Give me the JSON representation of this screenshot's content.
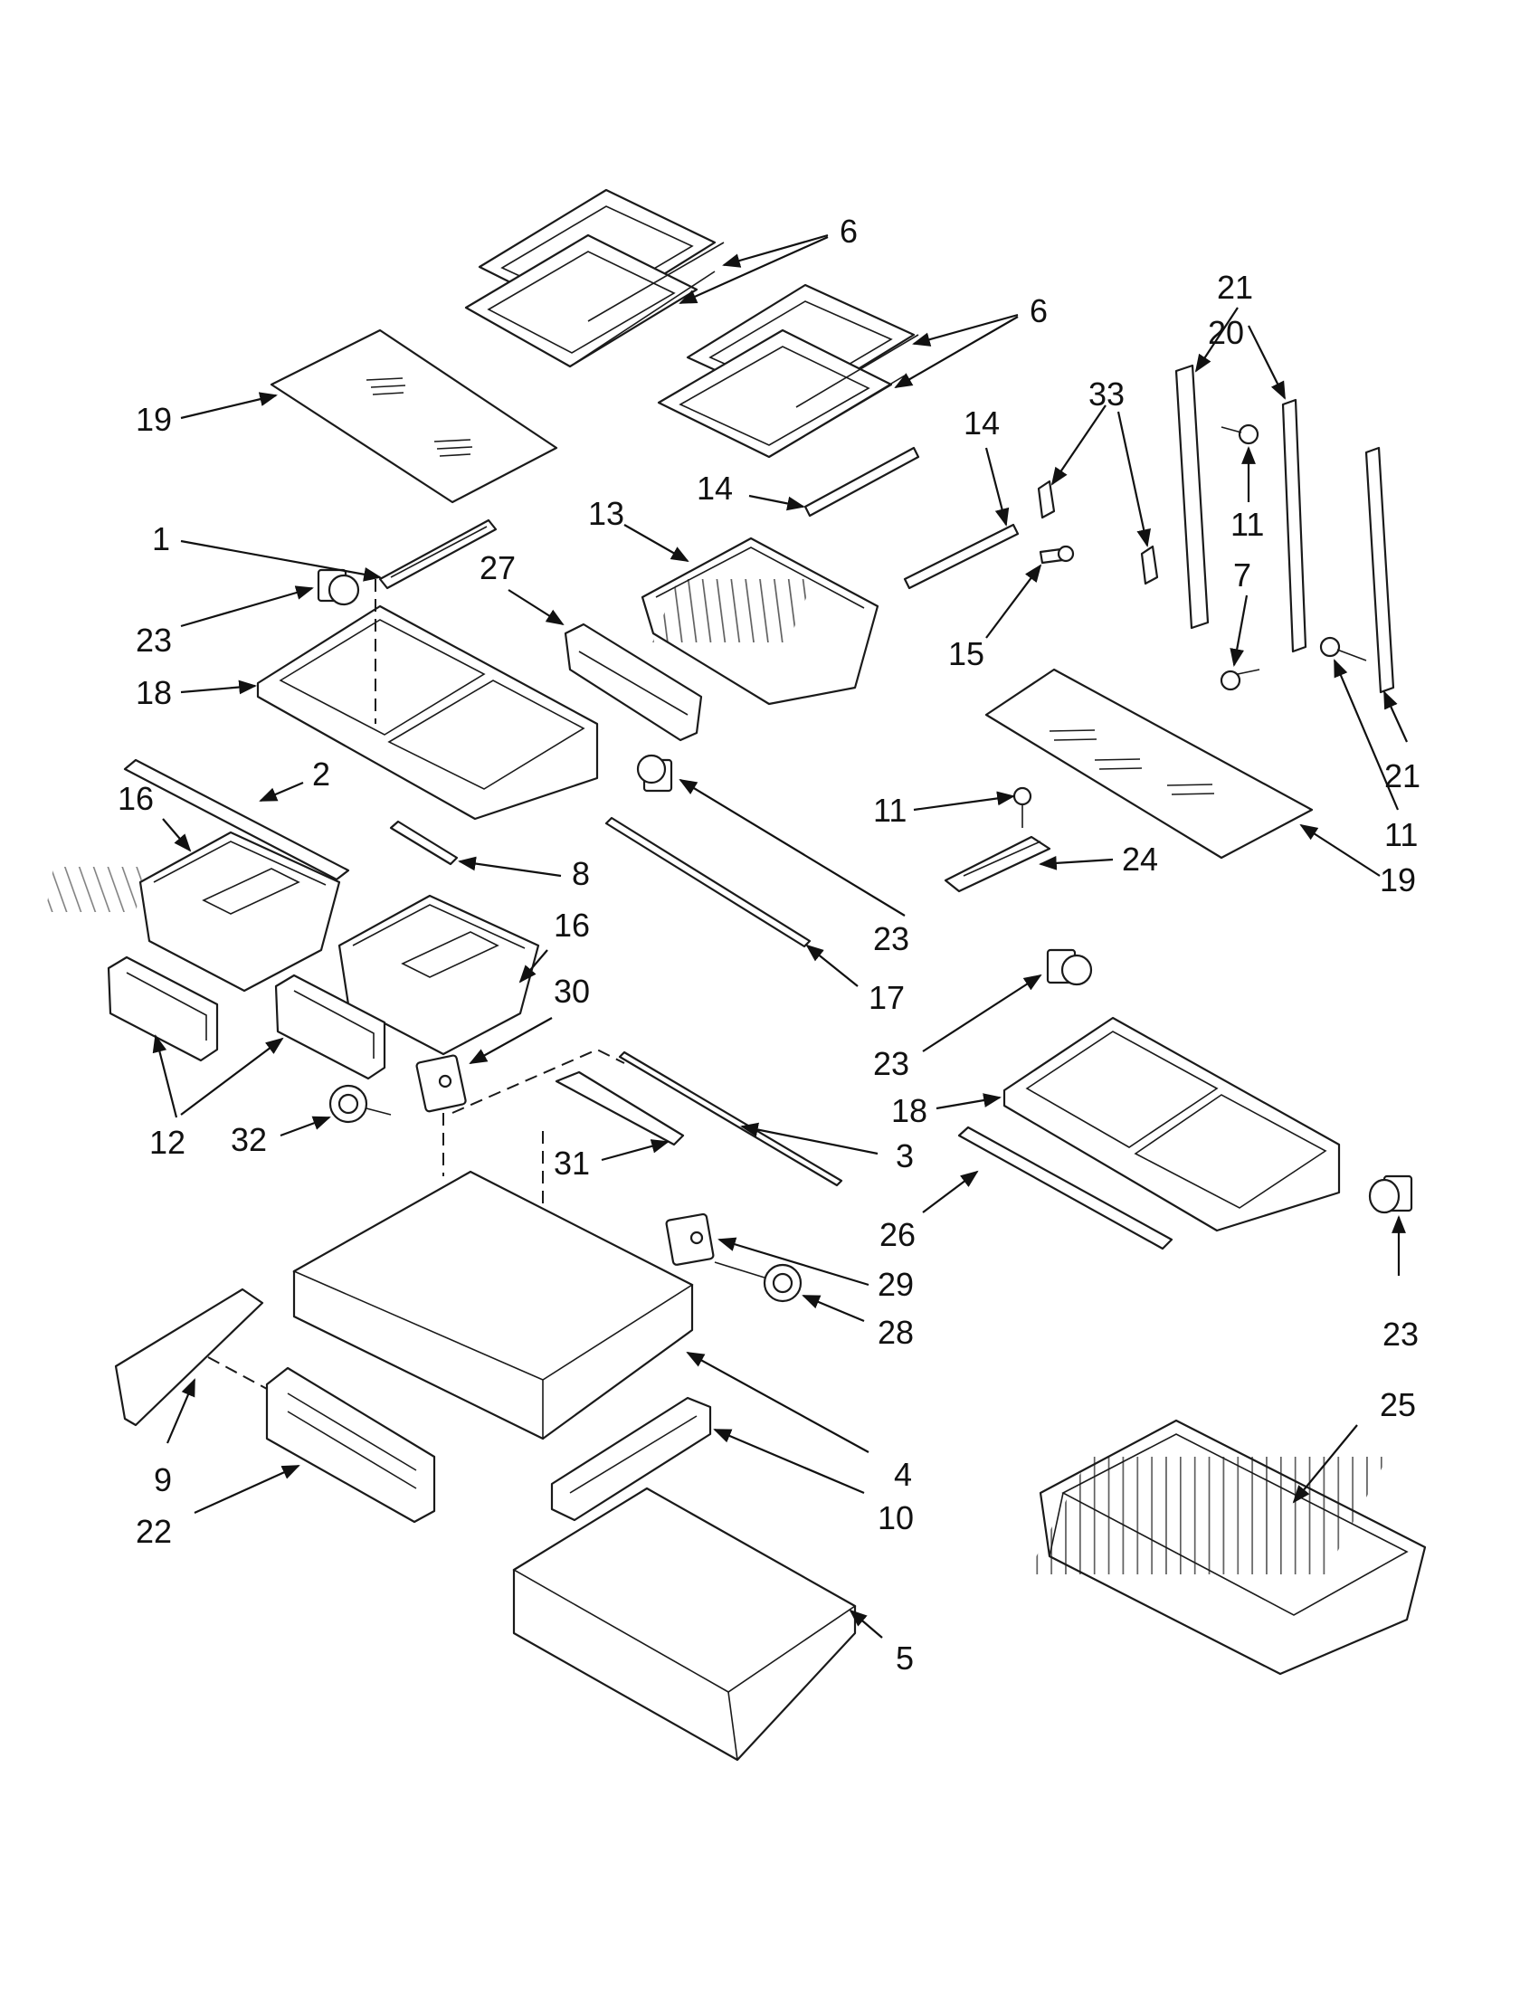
{
  "diagram": {
    "callouts": [
      "1",
      "2",
      "3",
      "4",
      "5",
      "6",
      "7",
      "8",
      "9",
      "10",
      "11",
      "12",
      "13",
      "14",
      "15",
      "16",
      "17",
      "18",
      "19",
      "20",
      "21",
      "22",
      "23",
      "24",
      "25",
      "26",
      "27",
      "28",
      "29",
      "30",
      "31",
      "32",
      "33"
    ]
  },
  "colors": {
    "ink": "#111111",
    "paper": "#ffffff"
  }
}
